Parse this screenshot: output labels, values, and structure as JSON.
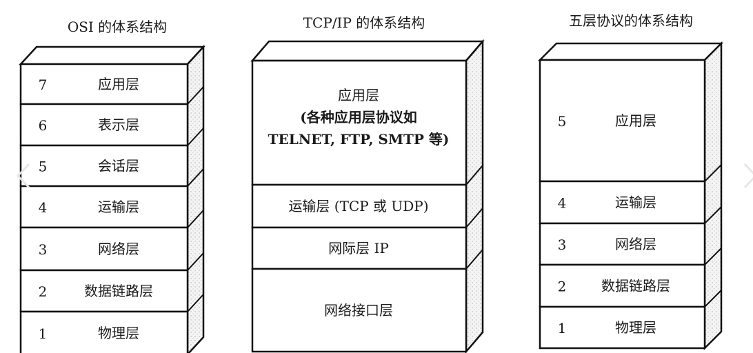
{
  "osi": {
    "title": "OSI 的体系结构",
    "layers": [
      {
        "num": "7",
        "label": "应用层"
      },
      {
        "num": "6",
        "label": "表示层"
      },
      {
        "num": "5",
        "label": "会话层"
      },
      {
        "num": "4",
        "label": "运输层"
      },
      {
        "num": "3",
        "label": "网络层"
      },
      {
        "num": "2",
        "label": "数据链路层"
      },
      {
        "num": "1",
        "label": "物理层"
      }
    ]
  },
  "tcpip": {
    "title": "TCP/IP 的体系结构",
    "layers": [
      {
        "lines": [
          "应用层",
          "(各种应用层协议如",
          "TELNET, FTP, SMTP 等)"
        ]
      },
      {
        "lines": [
          "运输层 (TCP 或 UDP)"
        ]
      },
      {
        "lines": [
          "网际层 IP"
        ]
      },
      {
        "lines": [
          "网络接口层"
        ]
      }
    ]
  },
  "five": {
    "title": "五层协议的体系结构",
    "layers": [
      {
        "num": "5",
        "label": "应用层"
      },
      {
        "num": "4",
        "label": "运输层"
      },
      {
        "num": "3",
        "label": "网络层"
      },
      {
        "num": "2",
        "label": "数据链路层"
      },
      {
        "num": "1",
        "label": "物理层"
      }
    ]
  },
  "nav": {
    "prev": "‹",
    "next": "›"
  }
}
